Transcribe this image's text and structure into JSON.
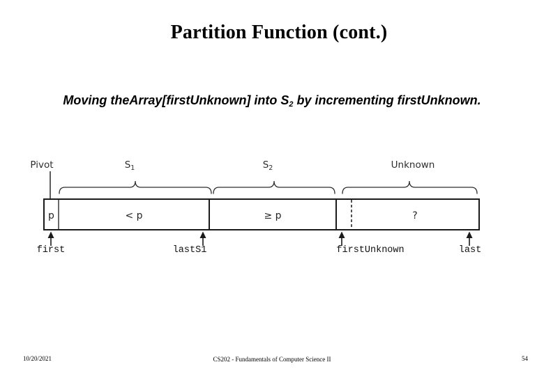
{
  "slide": {
    "title": "Partition Function (cont.)",
    "subtitle_pre": "Moving theArray[firstUnknown] into S",
    "subtitle_sub": "2",
    "subtitle_post": " by incrementing firstUnknown.",
    "footer": {
      "date": "10/20/2021",
      "course": "CS202 - Fundamentals of Computer Science II",
      "page_number": "54"
    }
  },
  "diagram": {
    "pivot_pointer_label": "Pivot",
    "pivot_cell_value": "p",
    "sections": {
      "s1": {
        "label_base": "S",
        "label_sub": "1",
        "cell_value": "< p"
      },
      "s2": {
        "label_base": "S",
        "label_sub": "2",
        "cell_value": "≥ p"
      },
      "unknown": {
        "label": "Unknown",
        "cell_value": "?"
      }
    },
    "index_markers": {
      "first": "first",
      "lastS1": "lastS1",
      "firstUnknown": "firstUnknown",
      "last": "last"
    }
  }
}
